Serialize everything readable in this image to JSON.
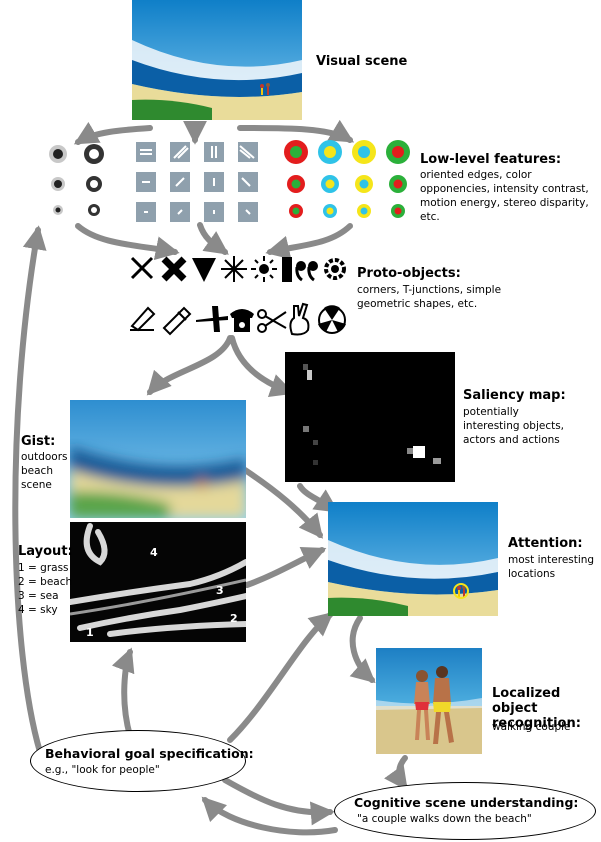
{
  "visual_scene": {
    "title": "Visual scene"
  },
  "low_level": {
    "title": "Low-level features:",
    "desc": "oriented edges, color opponencies, intensity contrast, motion energy, stereo disparity, etc."
  },
  "proto": {
    "title": "Proto-objects:",
    "desc": "corners, T-junctions, simple geometric shapes, etc."
  },
  "saliency": {
    "title": "Saliency map:",
    "desc": "potentially interesting objects, actors and actions"
  },
  "gist": {
    "title": "Gist:",
    "desc": "outdoors beach scene"
  },
  "layout": {
    "title": "Layout:",
    "items": [
      "1 = grass",
      "2 = beach",
      "3 = sea",
      "4 = sky"
    ],
    "region_numbers": [
      "1",
      "2",
      "3",
      "4"
    ]
  },
  "attention": {
    "title": "Attention:",
    "desc": "most interesting locations"
  },
  "recognition": {
    "title": "Localized object recognition:",
    "desc": "walking couple"
  },
  "goal": {
    "title": "Behavioral goal specification:",
    "desc": "e.g., \"look for people\""
  },
  "cognitive": {
    "title": "Cognitive scene understanding:",
    "desc": "\"a couple walks down the beach\""
  },
  "colors": {
    "arrow": "#8a8a8a",
    "sky": "#1e8fd0",
    "sea": "#0b5fa6",
    "sand": "#e9dc9a",
    "grass": "#2f8a2f"
  }
}
